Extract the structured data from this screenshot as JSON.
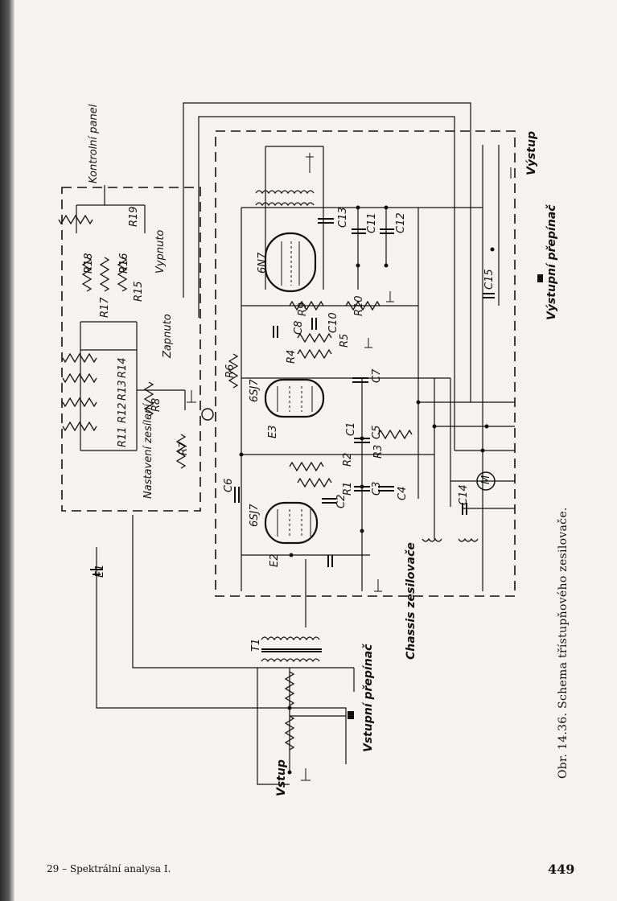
{
  "figure": {
    "caption": "Obr. 14.36. Schema třístupňového zesilovače.",
    "labels": {
      "kontrolni_panel": "Kontrolní panel",
      "chassis": "Chassis zesilovače",
      "vypnuto": "Vypnuto",
      "zapnuto": "Zapnuto",
      "nastaveni": "Nastavení zesílení",
      "vystup_top": "Výstup",
      "vystupni_prepinac": "Výstupní přepínač",
      "vstup": "Vstup",
      "vstupni_prepinac": "Vstupní přepínač",
      "tube1": "6N7",
      "tube2": "6SJ7",
      "tube3": "6SJ7",
      "meter": "M",
      "e1": "E1",
      "e2": "E2",
      "e3": "E3",
      "t1": "T1",
      "r1": "R1",
      "r2": "R2",
      "r3": "R3",
      "r4": "R4",
      "r5": "R5",
      "r6": "R6",
      "r7": "R7",
      "r8": "R8",
      "r9": "R9",
      "r10": "R10",
      "r11": "R11",
      "r12": "R12",
      "r13": "R13",
      "r14": "R14",
      "r15": "R15",
      "r16": "R16",
      "r17": "R17",
      "r18": "R18",
      "r19": "R19",
      "c1": "C1",
      "c2": "C2",
      "c3": "C3",
      "c4": "C4",
      "c5": "C5",
      "c6": "C6",
      "c7": "C7",
      "c8": "C8",
      "c10": "C10",
      "c11": "C11",
      "c12": "C12",
      "c13": "C13",
      "c14": "C14",
      "c15": "C15"
    }
  },
  "footer": {
    "left": "29 – Spektrální analysa I.",
    "page_number": "449"
  }
}
